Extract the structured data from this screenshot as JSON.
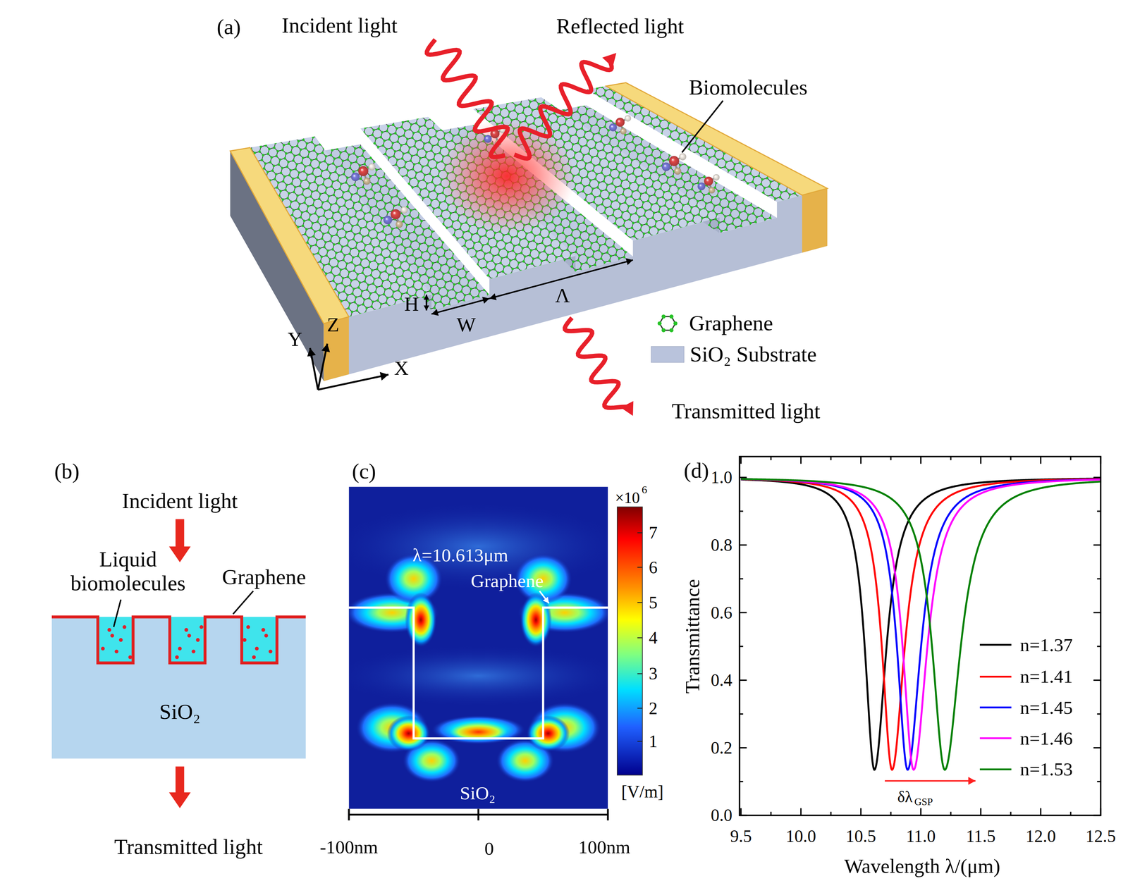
{
  "diagram": {
    "labels": [
      "(a)",
      "Incident light",
      "Reflected light",
      "Biomolecules",
      "H",
      "W",
      "Λ",
      "Y",
      "Z",
      "X",
      "Transmitted light",
      "(b)",
      "Incident light",
      "Liquid biomolecules",
      "Graphene",
      "SiO₂",
      "Transmitted light",
      "(c)",
      "λ=10.613μm",
      "Graphene",
      "SiO₂",
      "×10",
      "6",
      "7",
      "6",
      "5",
      "4",
      "3",
      "2",
      "1",
      "[V/m]",
      "-100nm",
      "0",
      "100nm",
      "(d)",
      "0.0",
      "0.2",
      "0.4",
      "0.6",
      "0.8",
      "1.0",
      "9.5",
      "10.0",
      "10.5",
      "11.0",
      "11.5",
      "12.0",
      "12.5",
      "Transmittance",
      "Wavelength λ/(μm)",
      "δλ",
      "GSP"
    ],
    "legend": [
      {
        "text": "Graphene"
      },
      {
        "text": "SiO₂ Substrate",
        "color": "#b9c3dc"
      },
      {
        "text": "n=1.37"
      },
      {
        "text": "n=1.41"
      },
      {
        "text": "n=1.45"
      },
      {
        "text": "n=1.46"
      },
      {
        "text": "n=1.53"
      }
    ]
  }
}
